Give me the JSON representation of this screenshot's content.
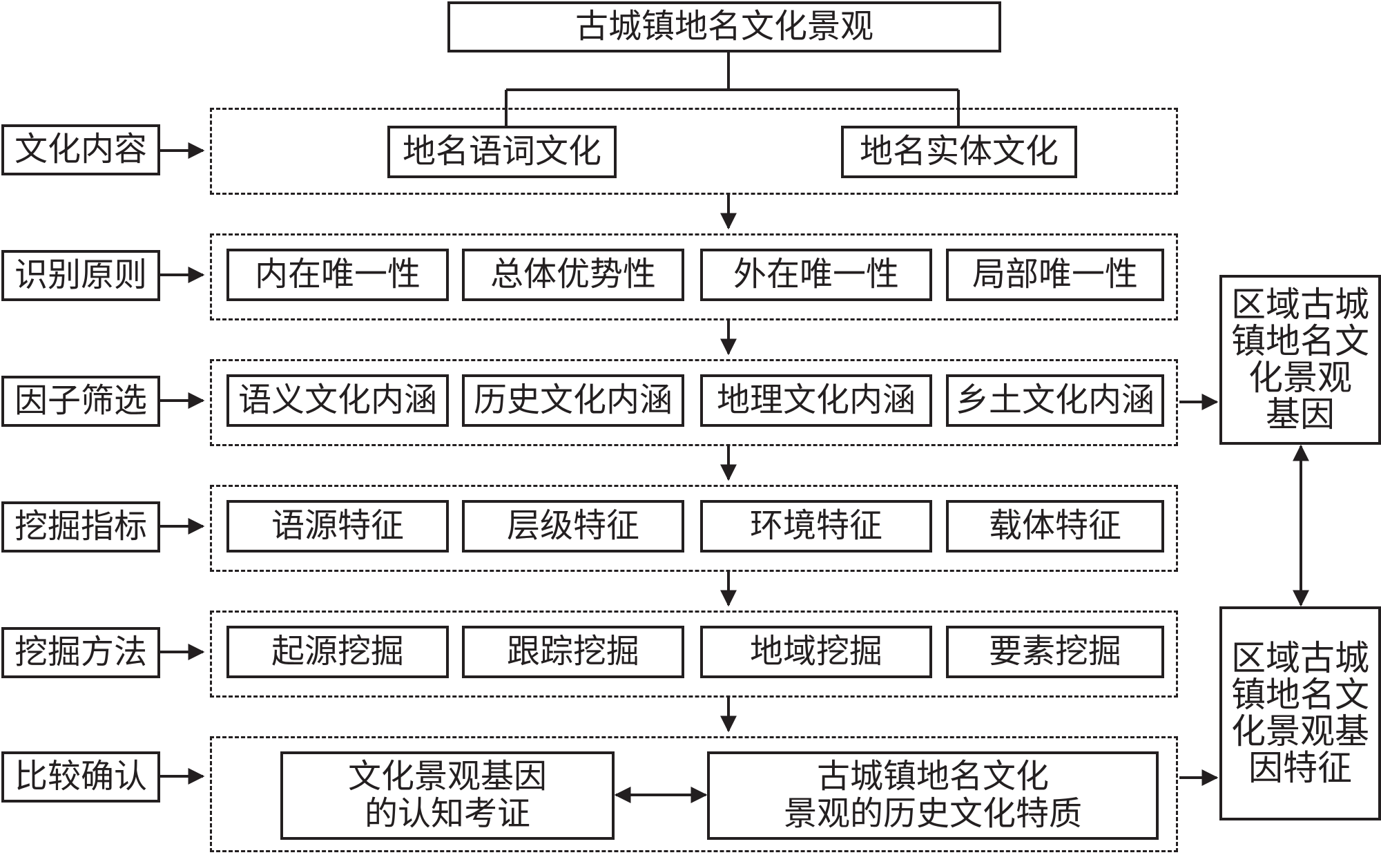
{
  "title": "古城镇地名文化景观",
  "rows": [
    {
      "label": "文化内容",
      "items": [
        "地名语词文化",
        "地名实体文化"
      ]
    },
    {
      "label": "识别原则",
      "items": [
        "内在唯一性",
        "总体优势性",
        "外在唯一性",
        "局部唯一性"
      ]
    },
    {
      "label": "因子筛选",
      "items": [
        "语义文化内涵",
        "历史文化内涵",
        "地理文化内涵",
        "乡土文化内涵"
      ]
    },
    {
      "label": "挖掘指标",
      "items": [
        "语源特征",
        "层级特征",
        "环境特征",
        "载体特征"
      ]
    },
    {
      "label": "挖掘方法",
      "items": [
        "起源挖掘",
        "跟踪挖掘",
        "地域挖掘",
        "要素挖掘"
      ]
    },
    {
      "label": "比较确认",
      "items": [
        "文化景观基因\n的认知考证",
        "古城镇地名文化\n景观的历史文化特质"
      ]
    }
  ],
  "right_boxes": [
    "区域古城\n镇地名文\n化景观\n基因",
    "区域古城\n镇地名文\n化景观基\n因特征"
  ]
}
